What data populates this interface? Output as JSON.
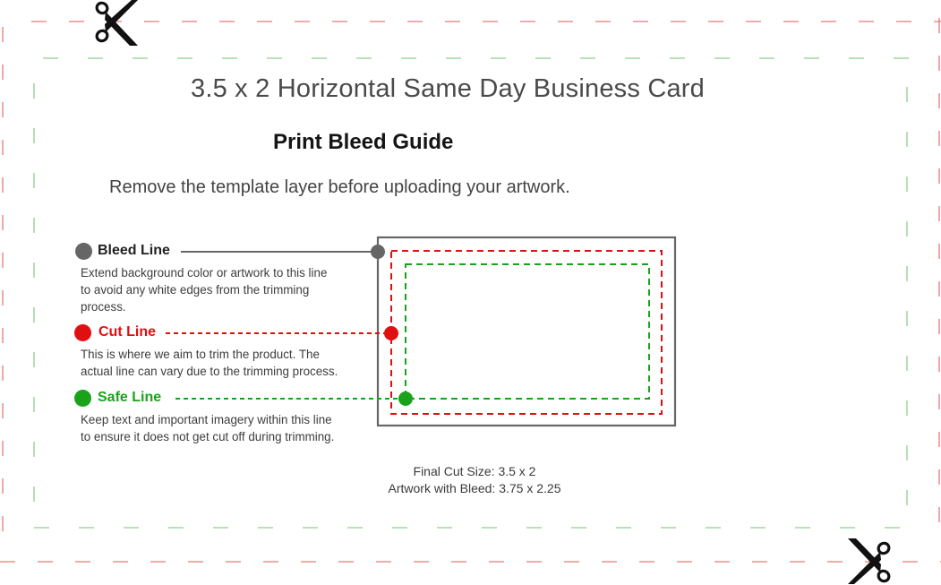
{
  "header": {
    "title": "3.5 x 2 Horizontal Same Day Business Card",
    "subtitle": "Print Bleed Guide",
    "note": "Remove the template layer before uploading your artwork."
  },
  "legend": [
    {
      "id": "bleed",
      "label": "Bleed Line",
      "color": "#666666",
      "description_lines": [
        "Extend background color or artwork to this line",
        "to avoid any white edges from the trimming",
        "process."
      ]
    },
    {
      "id": "cut",
      "label": "Cut Line",
      "color": "#e01010",
      "description_lines": [
        "This is where we aim to trim the product. The",
        "actual line can vary due to the trimming process."
      ]
    },
    {
      "id": "safe",
      "label": "Safe Line",
      "color": "#1aa31a",
      "description_lines": [
        "Keep text and important imagery within this line",
        "to ensure it does not get cut off during trimming."
      ]
    }
  ],
  "dimensions": {
    "final_cut": "Final Cut Size: 3.5 x 2",
    "with_bleed": "Artwork with Bleed: 3.75 x 2.25"
  },
  "icons": [
    "scissors-icon",
    "scissors-icon"
  ],
  "colors": {
    "outer_dash": "#e57a7a",
    "inner_dash": "#8fcf8f",
    "bleed": "#666666",
    "cut": "#e01010",
    "safe": "#1aa31a"
  }
}
